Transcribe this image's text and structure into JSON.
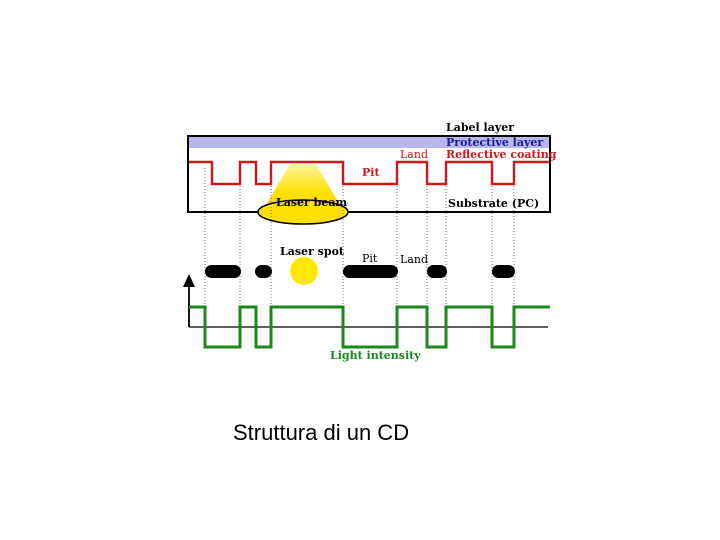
{
  "diagram": {
    "labels": {
      "label_layer": "Label layer",
      "protective_layer": "Protective layer",
      "reflective_coating": "Reflective coating",
      "land_top": "Land",
      "pit_top": "Pit",
      "laser_beam": "Laser beam",
      "substrate": "Substrate (PC)",
      "laser_spot": "Laser spot",
      "pit_mid": "Pit",
      "land_mid": "Land",
      "light_intensity": "Light intensity"
    },
    "colors": {
      "protective": "#b8b8ee",
      "reflective": "#cc1a1a",
      "laser": "#ffe000",
      "signal": "#1a8a1a",
      "pit_mark": "#000000",
      "guide": "#5a7ab0"
    }
  },
  "caption": "Struttura di un CD"
}
